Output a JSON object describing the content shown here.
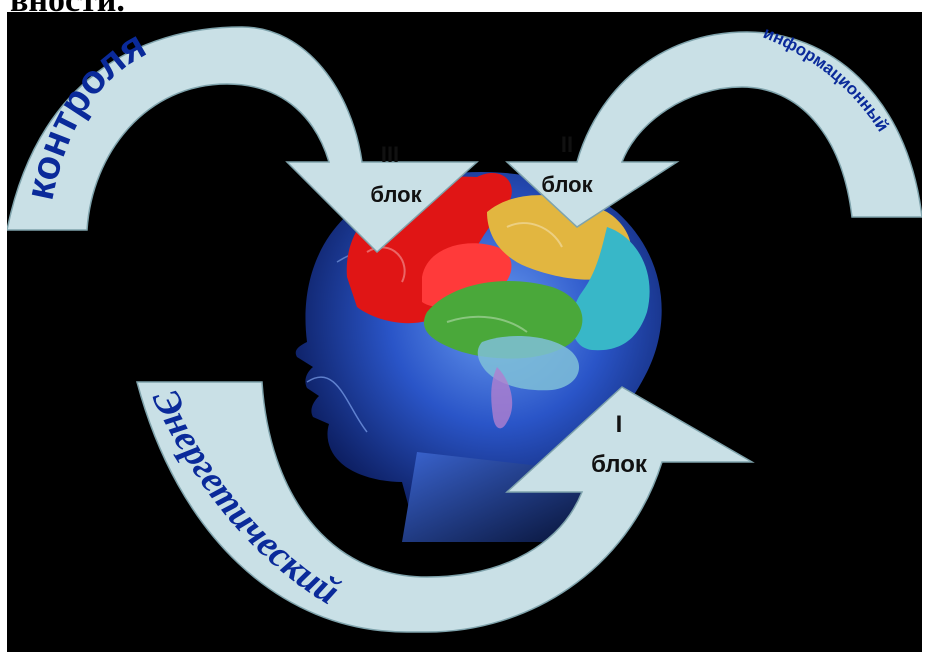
{
  "header": {
    "fragment": "вности."
  },
  "diagram": {
    "blocks": [
      {
        "numeral": "III",
        "word": "блок",
        "name": "контроля"
      },
      {
        "numeral": "II",
        "word": "блок",
        "name": "информационный"
      },
      {
        "numeral": "I",
        "word": "блок",
        "name": "Энергетический"
      }
    ]
  },
  "colors": {
    "panel_background": "#000000",
    "arrow_fill": "#c9e0e6",
    "arrow_text": "#0a2a9a",
    "block_label": "#111111",
    "brain_red": "#e01515",
    "brain_yellow": "#e2b640",
    "brain_green": "#4aa83a",
    "brain_cyan": "#38b7c8",
    "head_blue": "#2a55c8"
  }
}
